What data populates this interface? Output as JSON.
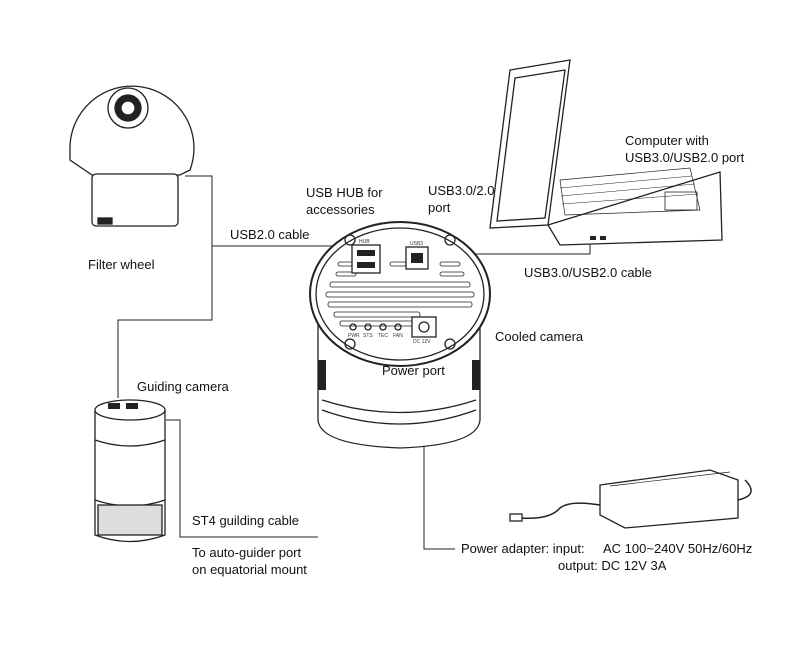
{
  "labels": {
    "computer_line1": "Computer with",
    "computer_line2": "USB3.0/USB2.0 port",
    "usb_hub_line1": "USB HUB for",
    "usb_hub_line2": "accessories",
    "usb3_port_line1": "USB3.0/2.0",
    "usb3_port_line2": "port",
    "usb2_cable": "USB2.0 cable",
    "filter_wheel": "Filter wheel",
    "usb3_cable": "USB3.0/USB2.0 cable",
    "cooled_camera": "Cooled camera",
    "power_port": "Power port",
    "guiding_camera": "Guiding camera",
    "st4_cable": "ST4 guilding cable",
    "autoguider_line1": "To auto-guider port",
    "autoguider_line2": "on equatorial mount",
    "adapter_input_label": "Power adapter: input:",
    "adapter_input_value": "AC 100~240V 50Hz/60Hz",
    "adapter_output": "output: DC 12V 3A"
  },
  "camera_panel": {
    "hub": "HUB",
    "usb3": "USB3",
    "leds": [
      "PWR",
      "STS",
      "TEC",
      "FAN"
    ],
    "dc": "DC 12V"
  }
}
